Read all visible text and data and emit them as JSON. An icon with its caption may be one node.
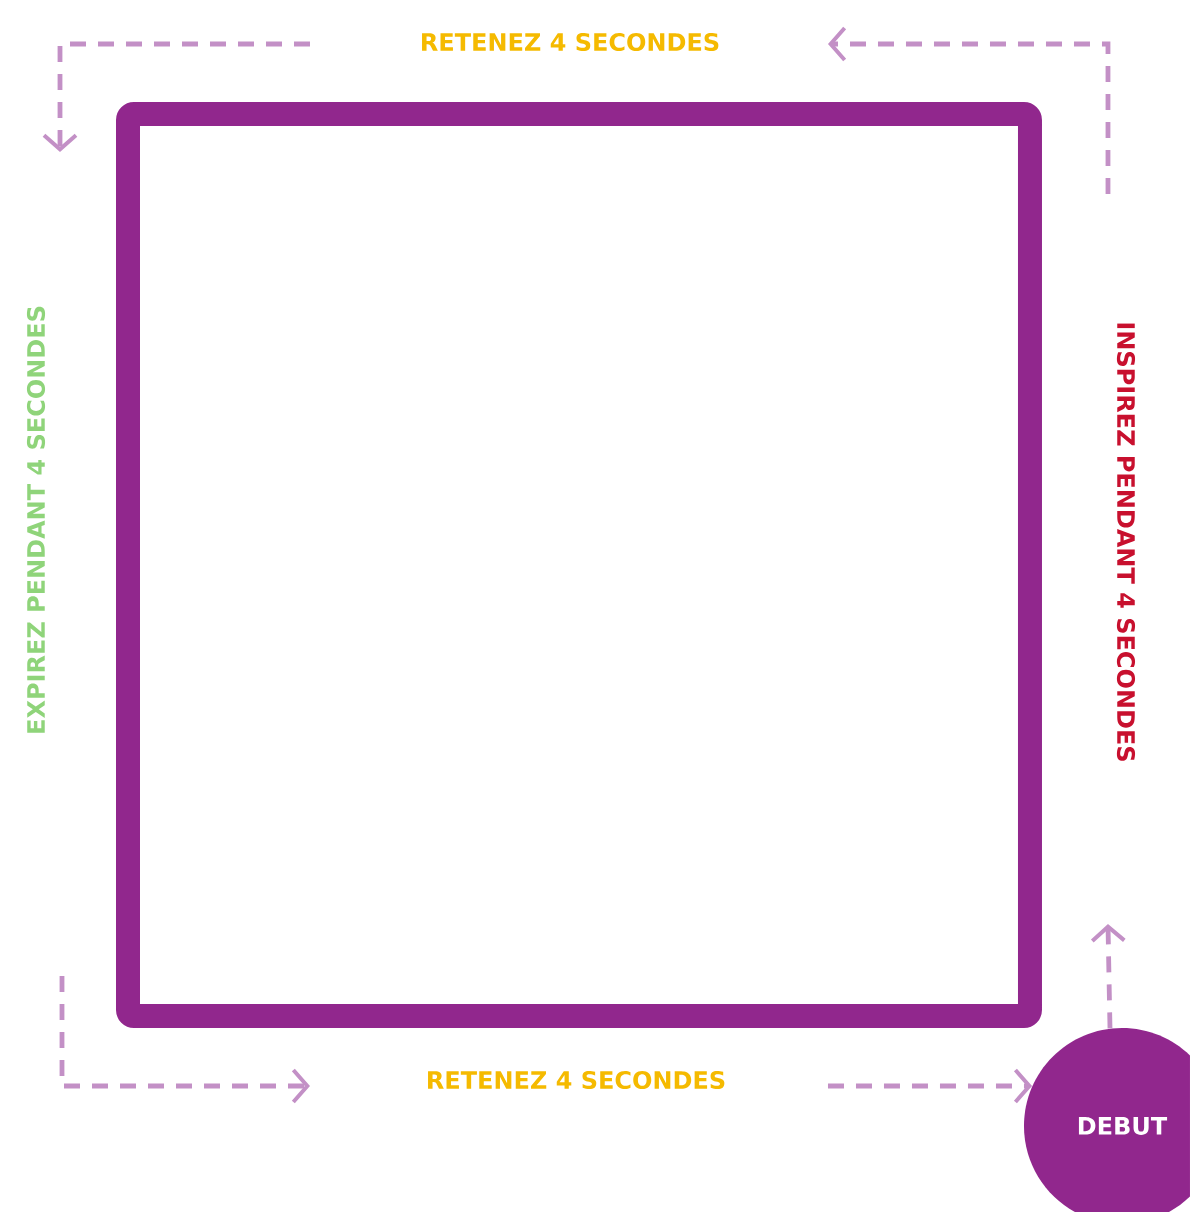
{
  "diagram": {
    "nodes": [
      {
        "text": [],
        "shape": "box"
      },
      {
        "text": [
          "DEBUT"
        ]
      }
    ],
    "edges": [
      {
        "from": null,
        "to": 1,
        "arrow": "to",
        "style": "dashed"
      },
      {
        "from": 1,
        "to": null,
        "arrow": "to",
        "style": "dashed"
      }
    ],
    "labels": [
      "RETENEZ 4 SECONDES",
      "EXPIREZ PENDANT 4 SECONDES",
      "INSPIREZ PENDANT 4 SECONDES",
      "RETENEZ 4 SECONDES"
    ]
  }
}
